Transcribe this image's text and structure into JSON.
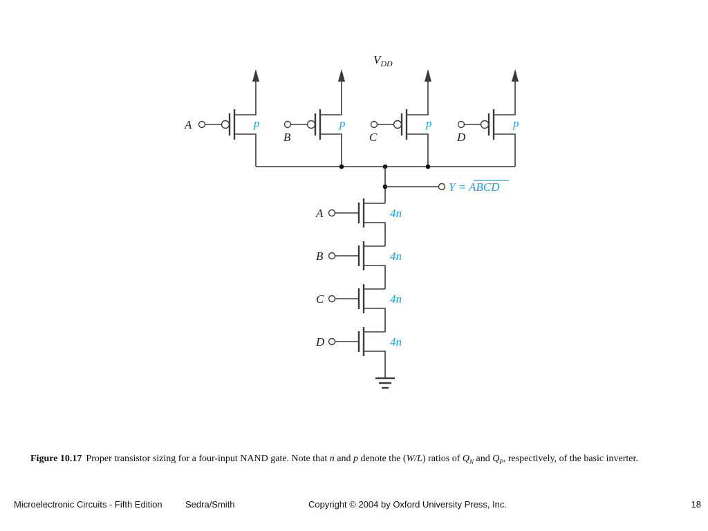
{
  "diagram": {
    "supply_label": "V",
    "supply_sub": "DD",
    "pmos": [
      {
        "input": "A",
        "type": "p"
      },
      {
        "input": "B",
        "type": "p"
      },
      {
        "input": "C",
        "type": "p"
      },
      {
        "input": "D",
        "type": "p"
      }
    ],
    "nmos": [
      {
        "input": "A",
        "size": "4n"
      },
      {
        "input": "B",
        "size": "4n"
      },
      {
        "input": "C",
        "size": "4n"
      },
      {
        "input": "D",
        "size": "4n"
      }
    ],
    "output_prefix": "Y = ",
    "output_expr": "ABCD",
    "colors": {
      "wire": "#3a3a3a",
      "label_accent": "#1aa0d8"
    }
  },
  "caption": {
    "figure_number": "Figure 10.17",
    "t1": "Proper transistor sizing for a four-input NAND gate. Note that ",
    "n": "n",
    "t2": " and ",
    "p": "p",
    "t3": " denote the (",
    "wl": "W/L",
    "t4": ") ratios of ",
    "q1": "Q",
    "q1sub": "N",
    "t5": " and ",
    "q2": "Q",
    "q2sub": "P",
    "t6": ", respectively, of the basic inverter."
  },
  "footer": {
    "book": "Microelectronic Circuits - Fifth Edition",
    "authors": "Sedra/Smith",
    "copyright": "Copyright © 2004 by Oxford University Press, Inc.",
    "page": "18"
  }
}
